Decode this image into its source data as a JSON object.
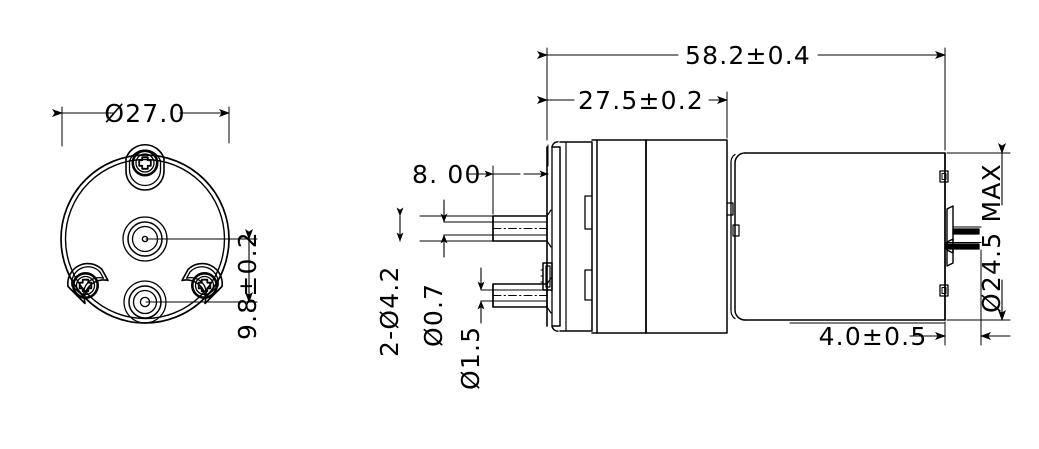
{
  "drawing": {
    "title": "DC Gear Motor Outline Dimension Drawing",
    "units": "mm",
    "line_color": "#000000",
    "background_color": "#ffffff",
    "views": [
      {
        "name": "front-view",
        "description": "Circular gearbox face with three Phillips screws and two concentric shaft bosses"
      },
      {
        "name": "side-view",
        "description": "Side elevation of gearbox and motor can with output shafts and terminal tabs"
      }
    ]
  },
  "dimensions": {
    "front_diameter": "Ø27.0",
    "shaft_offset": "9.8±0.2",
    "overall_length": "58.2±0.4",
    "gearbox_length": "27.5±0.2",
    "shaft_length": "8. 00",
    "shaft_hole": "2-Ø4.2",
    "pin_small": "Ø0.7",
    "pin_large": "Ø1.5",
    "can_diameter": "Ø24.5 MAX",
    "terminal_offset": "4.0±0.5"
  }
}
